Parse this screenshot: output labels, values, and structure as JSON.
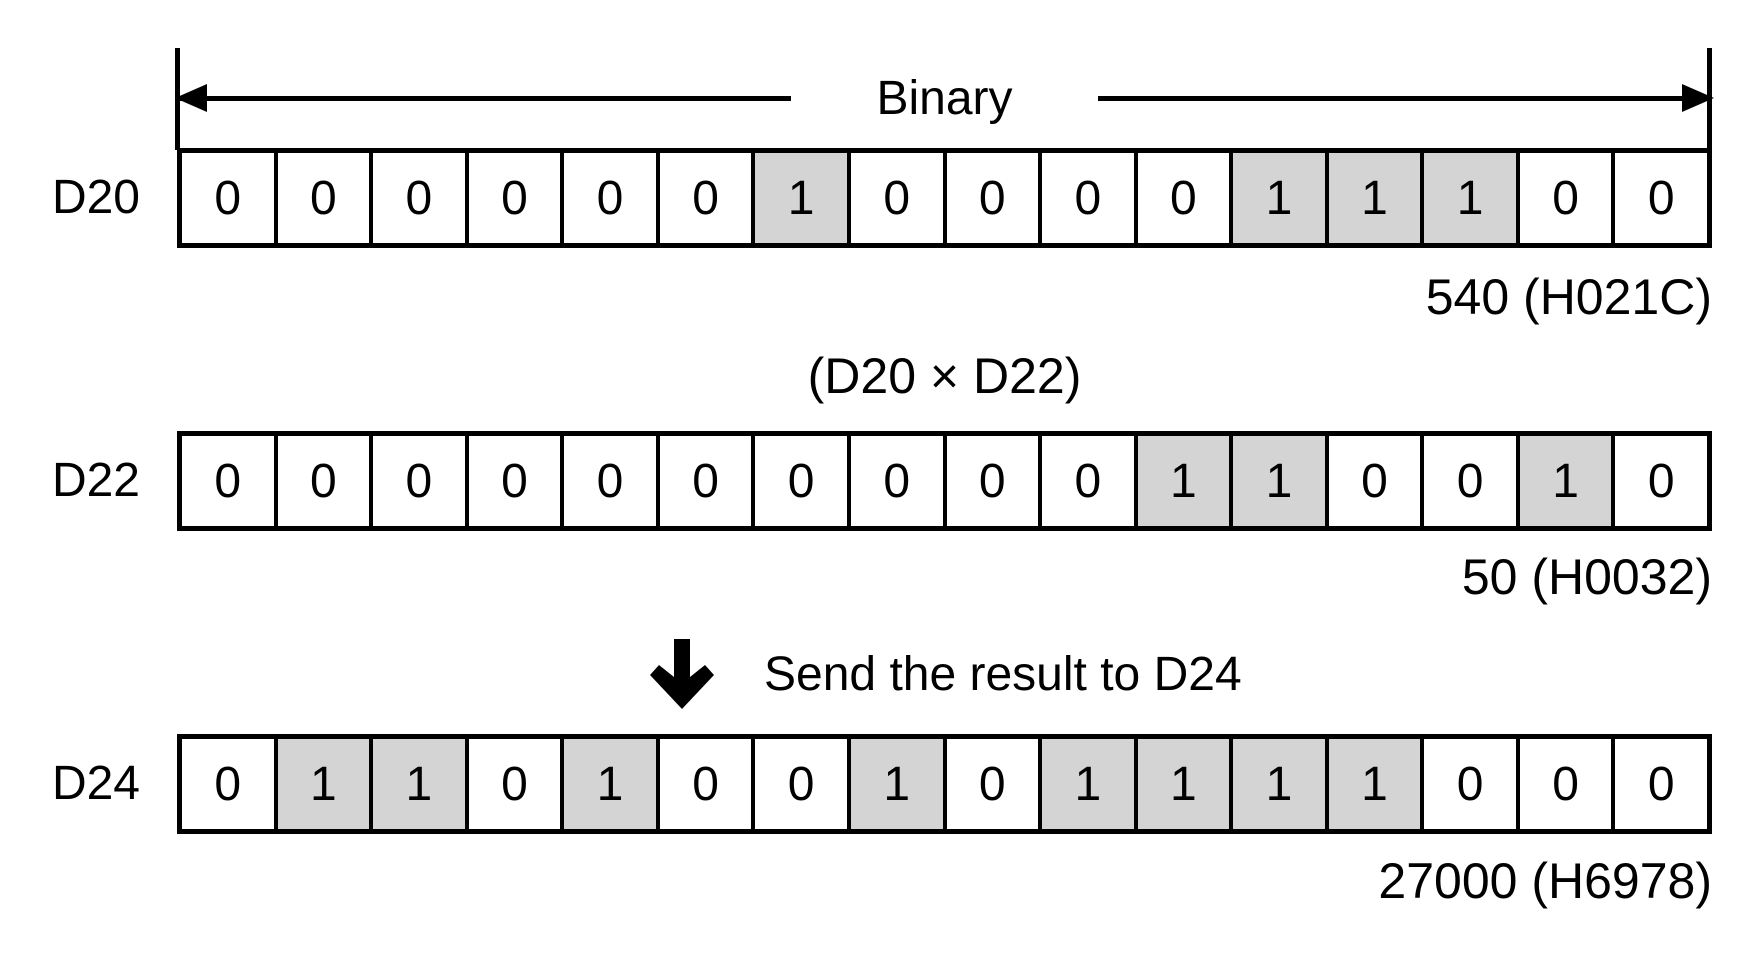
{
  "header": {
    "range_label": "Binary"
  },
  "operation": {
    "label": "(D20 × D22)"
  },
  "transfer": {
    "label": "Send the result to D24"
  },
  "registers": [
    {
      "name": "D20",
      "bits": [
        0,
        0,
        0,
        0,
        0,
        0,
        1,
        0,
        0,
        0,
        0,
        1,
        1,
        1,
        0,
        0
      ],
      "value_label": "540 (H021C)"
    },
    {
      "name": "D22",
      "bits": [
        0,
        0,
        0,
        0,
        0,
        0,
        0,
        0,
        0,
        0,
        1,
        1,
        0,
        0,
        1,
        0
      ],
      "value_label": "50 (H0032)"
    },
    {
      "name": "D24",
      "bits": [
        0,
        1,
        1,
        0,
        1,
        0,
        0,
        1,
        0,
        1,
        1,
        1,
        1,
        0,
        0,
        0
      ],
      "value_label": "27000 (H6978)"
    }
  ],
  "colors": {
    "highlight": "#d4d4d4",
    "line": "#000000",
    "background": "#ffffff"
  }
}
